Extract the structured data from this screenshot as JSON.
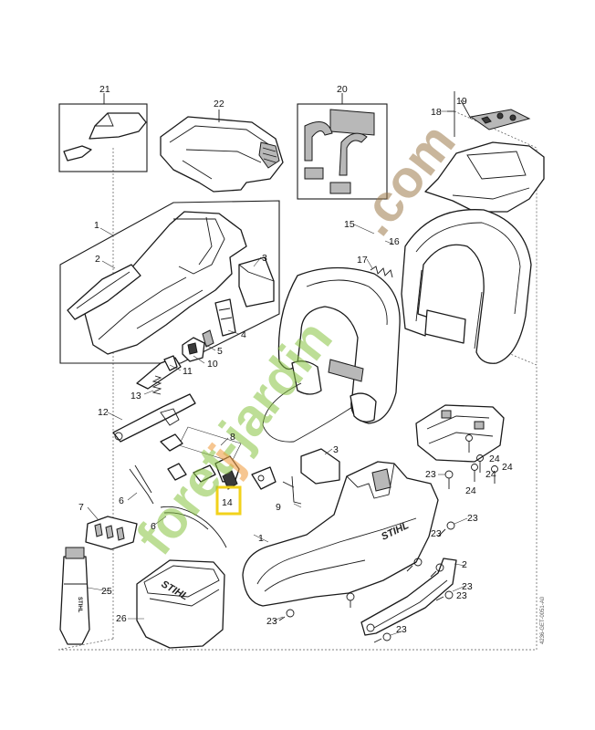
{
  "diagram": {
    "part_labels": {
      "p1a": "1",
      "p1b": "1",
      "p2a": "2",
      "p2b": "2",
      "p3a": "3",
      "p3b": "3",
      "p4": "4",
      "p5": "5",
      "p6a": "6",
      "p6b": "6",
      "p7": "7",
      "p8": "8",
      "p9": "9",
      "p10": "10",
      "p11": "11",
      "p12": "12",
      "p13": "13",
      "p14": "14",
      "p15": "15",
      "p16": "16",
      "p17": "17",
      "p18": "18",
      "p19": "19",
      "p20": "20",
      "p21": "21",
      "p22": "22",
      "p23a": "23",
      "p23b": "23",
      "p23c": "23",
      "p23d": "23",
      "p23e": "23",
      "p23f": "23",
      "p23g": "23",
      "p24a": "24",
      "p24b": "24",
      "p24c": "24",
      "p24d": "24",
      "p25": "25",
      "p26": "26"
    },
    "brand_marks": {
      "housing": "STIHL",
      "cover": "STIHL",
      "tube": "STIHL"
    },
    "side_code": "4236-GET-0051-A0",
    "highlighted_part": "14"
  },
  "watermark": {
    "green": "foret-jardin",
    "orange": "j",
    "brown": ".com"
  },
  "colors": {
    "watermark_green": "#86c23f",
    "watermark_orange": "#f0a048",
    "watermark_brown": "#9c7a4a",
    "highlight": "#f2d21b",
    "line": "#1a1a1a"
  }
}
